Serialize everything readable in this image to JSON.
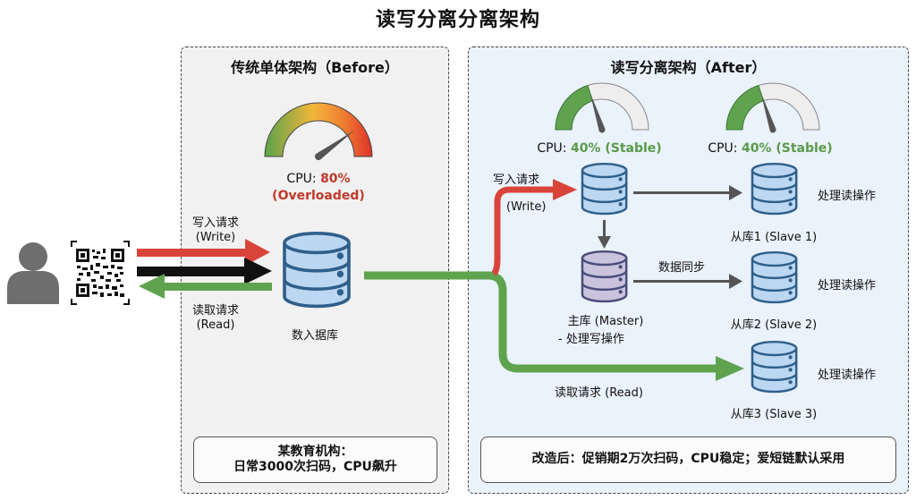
{
  "title": "读写分离分离架构",
  "before": {
    "panel_title": "传统单体架构（Before）",
    "cpu_label": "CPU: ",
    "cpu_value": "80%",
    "cpu_status": "(Overloaded)",
    "cpu_percent": 80,
    "write_label": "写入请求",
    "write_label_en": "(Write)",
    "read_label": "读取请求",
    "read_label_en": "(Read)",
    "db_label": "数入据库",
    "note_line1": "某教育机构：",
    "note_line2": "日常3000次扫码，CPU飙升"
  },
  "after": {
    "panel_title": "读写分离架构（After）",
    "gauges": [
      {
        "cpu_label": "CPU: ",
        "cpu_value": "40% (Stable)",
        "cpu_percent": 40
      },
      {
        "cpu_label": "CPU: ",
        "cpu_value": "40% (Stable)",
        "cpu_percent": 40
      }
    ],
    "write_label": "写入请求",
    "write_label_en": "(Write)",
    "read_label": "读取请求 (Read)",
    "master_label": "主库 (Master)",
    "master_sub": "- 处理写操作",
    "sync_label": "数据同步",
    "slaves": [
      {
        "label": "从库1 (Slave 1)",
        "role": "处理读操作"
      },
      {
        "label": "从库2 (Slave 2)",
        "role": "处理读操作"
      },
      {
        "label": "从库3 (Slave 3)",
        "role": "处理读操作"
      }
    ],
    "note": "改造后：促销期2万次扫码，CPU稳定；爱短链默认采用"
  },
  "colors": {
    "write": "#d9443a",
    "read": "#5fa34f",
    "db_fill": "#bcd7f2",
    "db_stroke": "#2f5f8a",
    "master_fill": "#c9c3de",
    "master_stroke": "#4a4d7a",
    "gauge_green": "#5fa34f",
    "gauge_grey": "#eeeeee"
  }
}
